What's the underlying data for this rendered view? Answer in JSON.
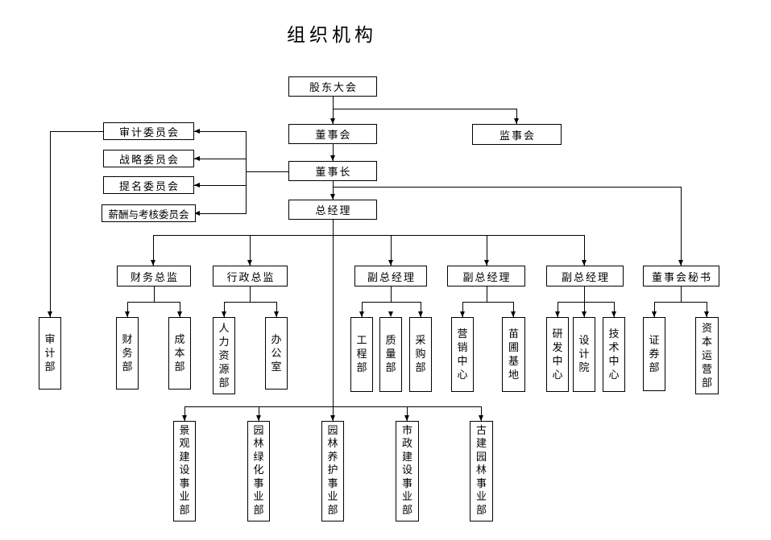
{
  "title": "组织机构",
  "colors": {
    "background": "#ffffff",
    "line": "#000000",
    "text": "#000000"
  },
  "nodes": {
    "shareholders": {
      "label": "股东大会"
    },
    "board": {
      "label": "董事会"
    },
    "supervisory": {
      "label": "监事会"
    },
    "chairman": {
      "label": "董事长"
    },
    "gm": {
      "label": "总经理"
    },
    "audit_committee": {
      "label": "审计委员会"
    },
    "strategy_committee": {
      "label": "战略委员会"
    },
    "nomination_committee": {
      "label": "提名委员会"
    },
    "remuneration_committee": {
      "label": "薪酬与考核委员会"
    },
    "cfo": {
      "label": "财务总监"
    },
    "admin_director": {
      "label": "行政总监"
    },
    "vgm1": {
      "label": "副总经理"
    },
    "vgm2": {
      "label": "副总经理"
    },
    "vgm3": {
      "label": "副总经理"
    },
    "board_secretary": {
      "label": "董事会秘书"
    },
    "audit_dept": {
      "label": "审计部"
    },
    "finance_dept": {
      "label": "财务部"
    },
    "cost_dept": {
      "label": "成本部"
    },
    "hr_dept": {
      "label": "人力资源部"
    },
    "office": {
      "label": "办公室"
    },
    "engineering_dept": {
      "label": "工程部"
    },
    "quality_dept": {
      "label": "质量部"
    },
    "procurement_dept": {
      "label": "采购部"
    },
    "marketing_center": {
      "label": "营销中心"
    },
    "nursery_base": {
      "label": "苗圃基地"
    },
    "rd_center": {
      "label": "研发中心"
    },
    "design_institute": {
      "label": "设计院"
    },
    "tech_center": {
      "label": "技术中心"
    },
    "securities_dept": {
      "label": "证券部"
    },
    "capital_operation_dept": {
      "label": "资本运营部"
    },
    "landscape_construction_div": {
      "label": "景观建设事业部"
    },
    "landscaping_div": {
      "label": "园林绿化事业部"
    },
    "garden_maintenance_div": {
      "label": "园林养护事业部"
    },
    "municipal_construction_div": {
      "label": "市政建设事业部"
    },
    "ancient_garden_div": {
      "label": "古建园林事业部"
    }
  },
  "edges": [
    [
      "shareholders",
      "board"
    ],
    [
      "shareholders",
      "supervisory"
    ],
    [
      "board",
      "chairman"
    ],
    [
      "chairman",
      "audit_committee"
    ],
    [
      "chairman",
      "strategy_committee"
    ],
    [
      "chairman",
      "nomination_committee"
    ],
    [
      "chairman",
      "remuneration_committee"
    ],
    [
      "audit_committee",
      "audit_dept"
    ],
    [
      "chairman",
      "gm"
    ],
    [
      "chairman",
      "board_secretary"
    ],
    [
      "gm",
      "cfo"
    ],
    [
      "gm",
      "admin_director"
    ],
    [
      "gm",
      "vgm1"
    ],
    [
      "gm",
      "vgm2"
    ],
    [
      "gm",
      "vgm3"
    ],
    [
      "cfo",
      "finance_dept"
    ],
    [
      "cfo",
      "cost_dept"
    ],
    [
      "admin_director",
      "hr_dept"
    ],
    [
      "admin_director",
      "office"
    ],
    [
      "vgm1",
      "engineering_dept"
    ],
    [
      "vgm1",
      "quality_dept"
    ],
    [
      "vgm1",
      "procurement_dept"
    ],
    [
      "vgm2",
      "marketing_center"
    ],
    [
      "vgm2",
      "nursery_base"
    ],
    [
      "vgm3",
      "rd_center"
    ],
    [
      "vgm3",
      "design_institute"
    ],
    [
      "vgm3",
      "tech_center"
    ],
    [
      "board_secretary",
      "securities_dept"
    ],
    [
      "board_secretary",
      "capital_operation_dept"
    ],
    [
      "gm",
      "landscape_construction_div"
    ],
    [
      "gm",
      "landscaping_div"
    ],
    [
      "gm",
      "garden_maintenance_div"
    ],
    [
      "gm",
      "municipal_construction_div"
    ],
    [
      "gm",
      "ancient_garden_div"
    ]
  ]
}
